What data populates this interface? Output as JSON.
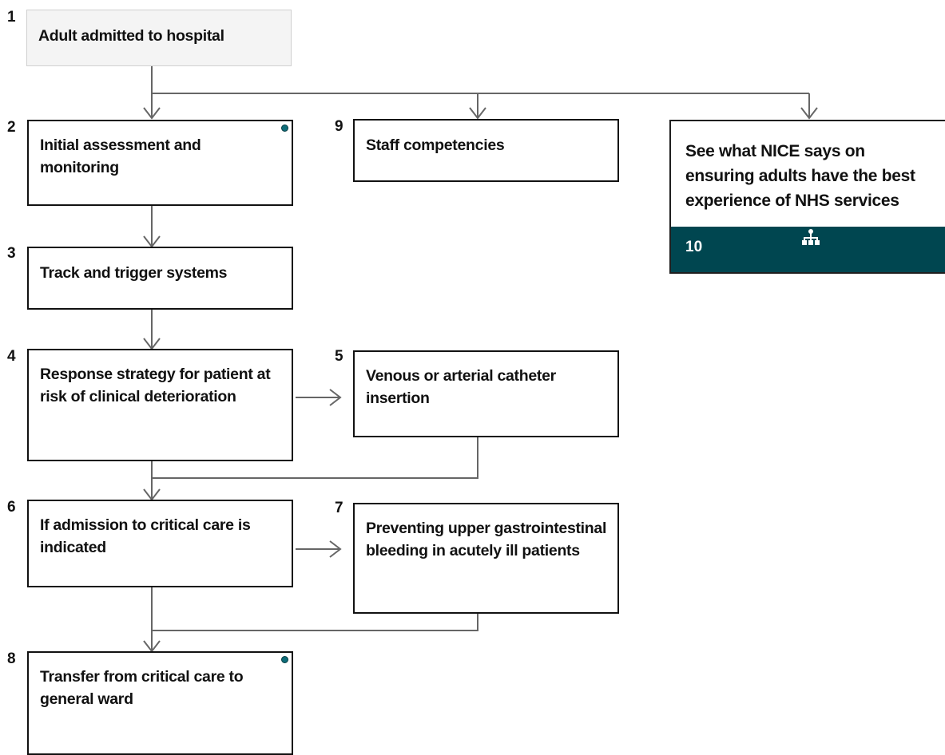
{
  "diagram": {
    "nodes": [
      {
        "num": "1",
        "label": "Adult admitted to hospital"
      },
      {
        "num": "2",
        "label": "Initial assessment and monitoring"
      },
      {
        "num": "3",
        "label": "Track and trigger systems"
      },
      {
        "num": "4",
        "label": "Response strategy for patient at risk of clinical deterioration"
      },
      {
        "num": "5",
        "label": "Venous or arterial catheter insertion"
      },
      {
        "num": "6",
        "label": "If admission to critical care is indicated"
      },
      {
        "num": "7",
        "label": "Preventing upper gastrointestinal bleeding in acutely ill patients"
      },
      {
        "num": "8",
        "label": "Transfer from critical care to general ward"
      },
      {
        "num": "9",
        "label": "Staff competencies"
      },
      {
        "num": "10",
        "label": "See what NICE says on ensuring adults have the best experience of NHS services",
        "icon": "org-chart-icon"
      }
    ],
    "colors": {
      "connector": "#666666",
      "box_border": "#111111",
      "start_fill": "#f4f4f4",
      "nice_bar": "#004650",
      "marker_dot": "#0e6d79"
    }
  }
}
